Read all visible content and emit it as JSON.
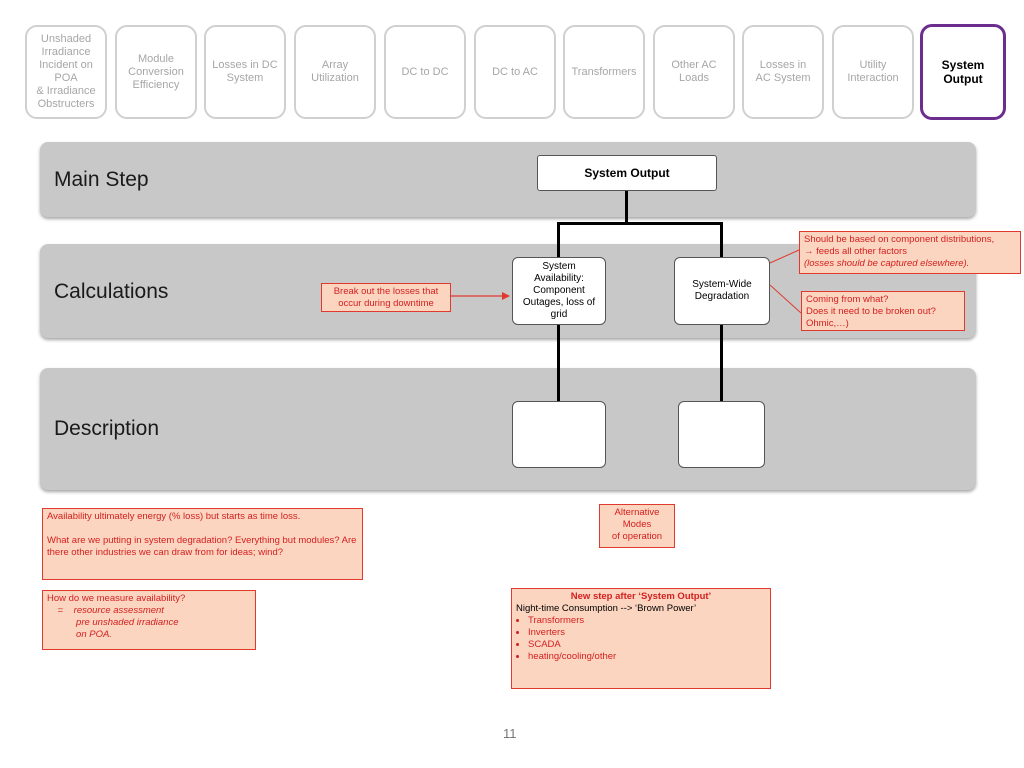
{
  "tabs": [
    {
      "label": "Unshaded\nIrradiance\nIncident on\nPOA\n& Irradiance\nObstructers"
    },
    {
      "label": "Module\nConversion\nEfficiency"
    },
    {
      "label": "Losses in DC\nSystem"
    },
    {
      "label": "Array\nUtilization"
    },
    {
      "label": "DC to DC"
    },
    {
      "label": "DC to AC"
    },
    {
      "label": "Transformers"
    },
    {
      "label": "Other AC\nLoads"
    },
    {
      "label": "Losses in\nAC System"
    },
    {
      "label": "Utility\nInteraction"
    },
    {
      "label": "System\nOutput",
      "active": true
    }
  ],
  "rows": {
    "main_step": "Main Step",
    "calculations": "Calculations",
    "description": "Description"
  },
  "nodes": {
    "system_output": "System Output",
    "system_availability": "System\nAvailability:\nComponent\nOutages, loss of\ngrid",
    "system_wide_degradation": "System-Wide\nDegradation"
  },
  "notes": {
    "breakout": "Break out the losses that\noccur during downtime",
    "component_distributions": {
      "line1": "Should be based on component distributions,",
      "line2": "→ feeds all other factors",
      "line3": "(losses should be captured elsewhere)."
    },
    "coming_from": "Coming from what?\n Does it need to be broken out?\n      Ohmic,…)",
    "availability": {
      "line1": "Availability   ultimately energy (% loss) but starts as time loss.",
      "line2": "What are we putting in system degradation? Everything but modules? Are there other industries we can draw from for ideas; wind?"
    },
    "measure": {
      "line1": "How do we measure availability?",
      "line2": "    =    resource assessment\n           pre unshaded irradiance\n           on POA."
    },
    "alternative_modes": "Alternative\nModes\nof operation",
    "new_step": {
      "title": "New step after ‘System Output’",
      "subtitle": "Night-time Consumption --> ‘Brown Power’",
      "items": [
        "Transformers",
        "Inverters",
        "SCADA",
        "heating/cooling/other"
      ]
    }
  },
  "page_number": "11",
  "colors": {
    "active_tab_border": "#6b2e8f",
    "band": "#c8c8c8",
    "note_fill": "#fbd5c0",
    "note_text": "#d42020"
  }
}
